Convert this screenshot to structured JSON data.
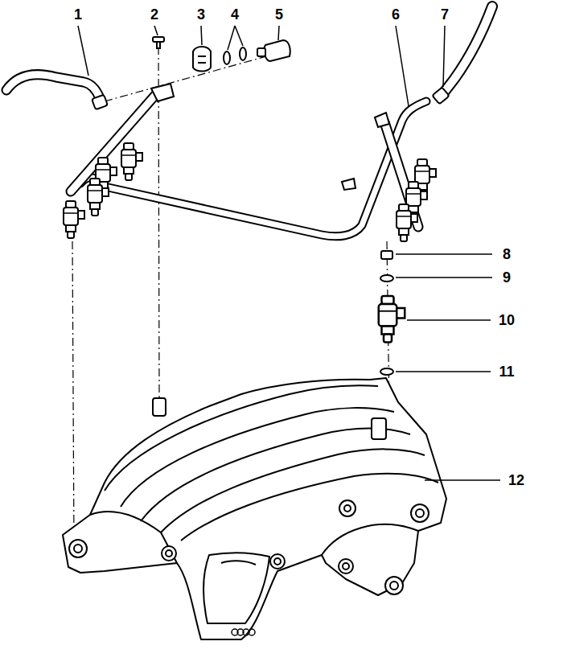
{
  "diagram": {
    "labels": [
      "1",
      "2",
      "3",
      "4",
      "5",
      "6",
      "7",
      "8",
      "9",
      "10",
      "11",
      "12"
    ]
  }
}
